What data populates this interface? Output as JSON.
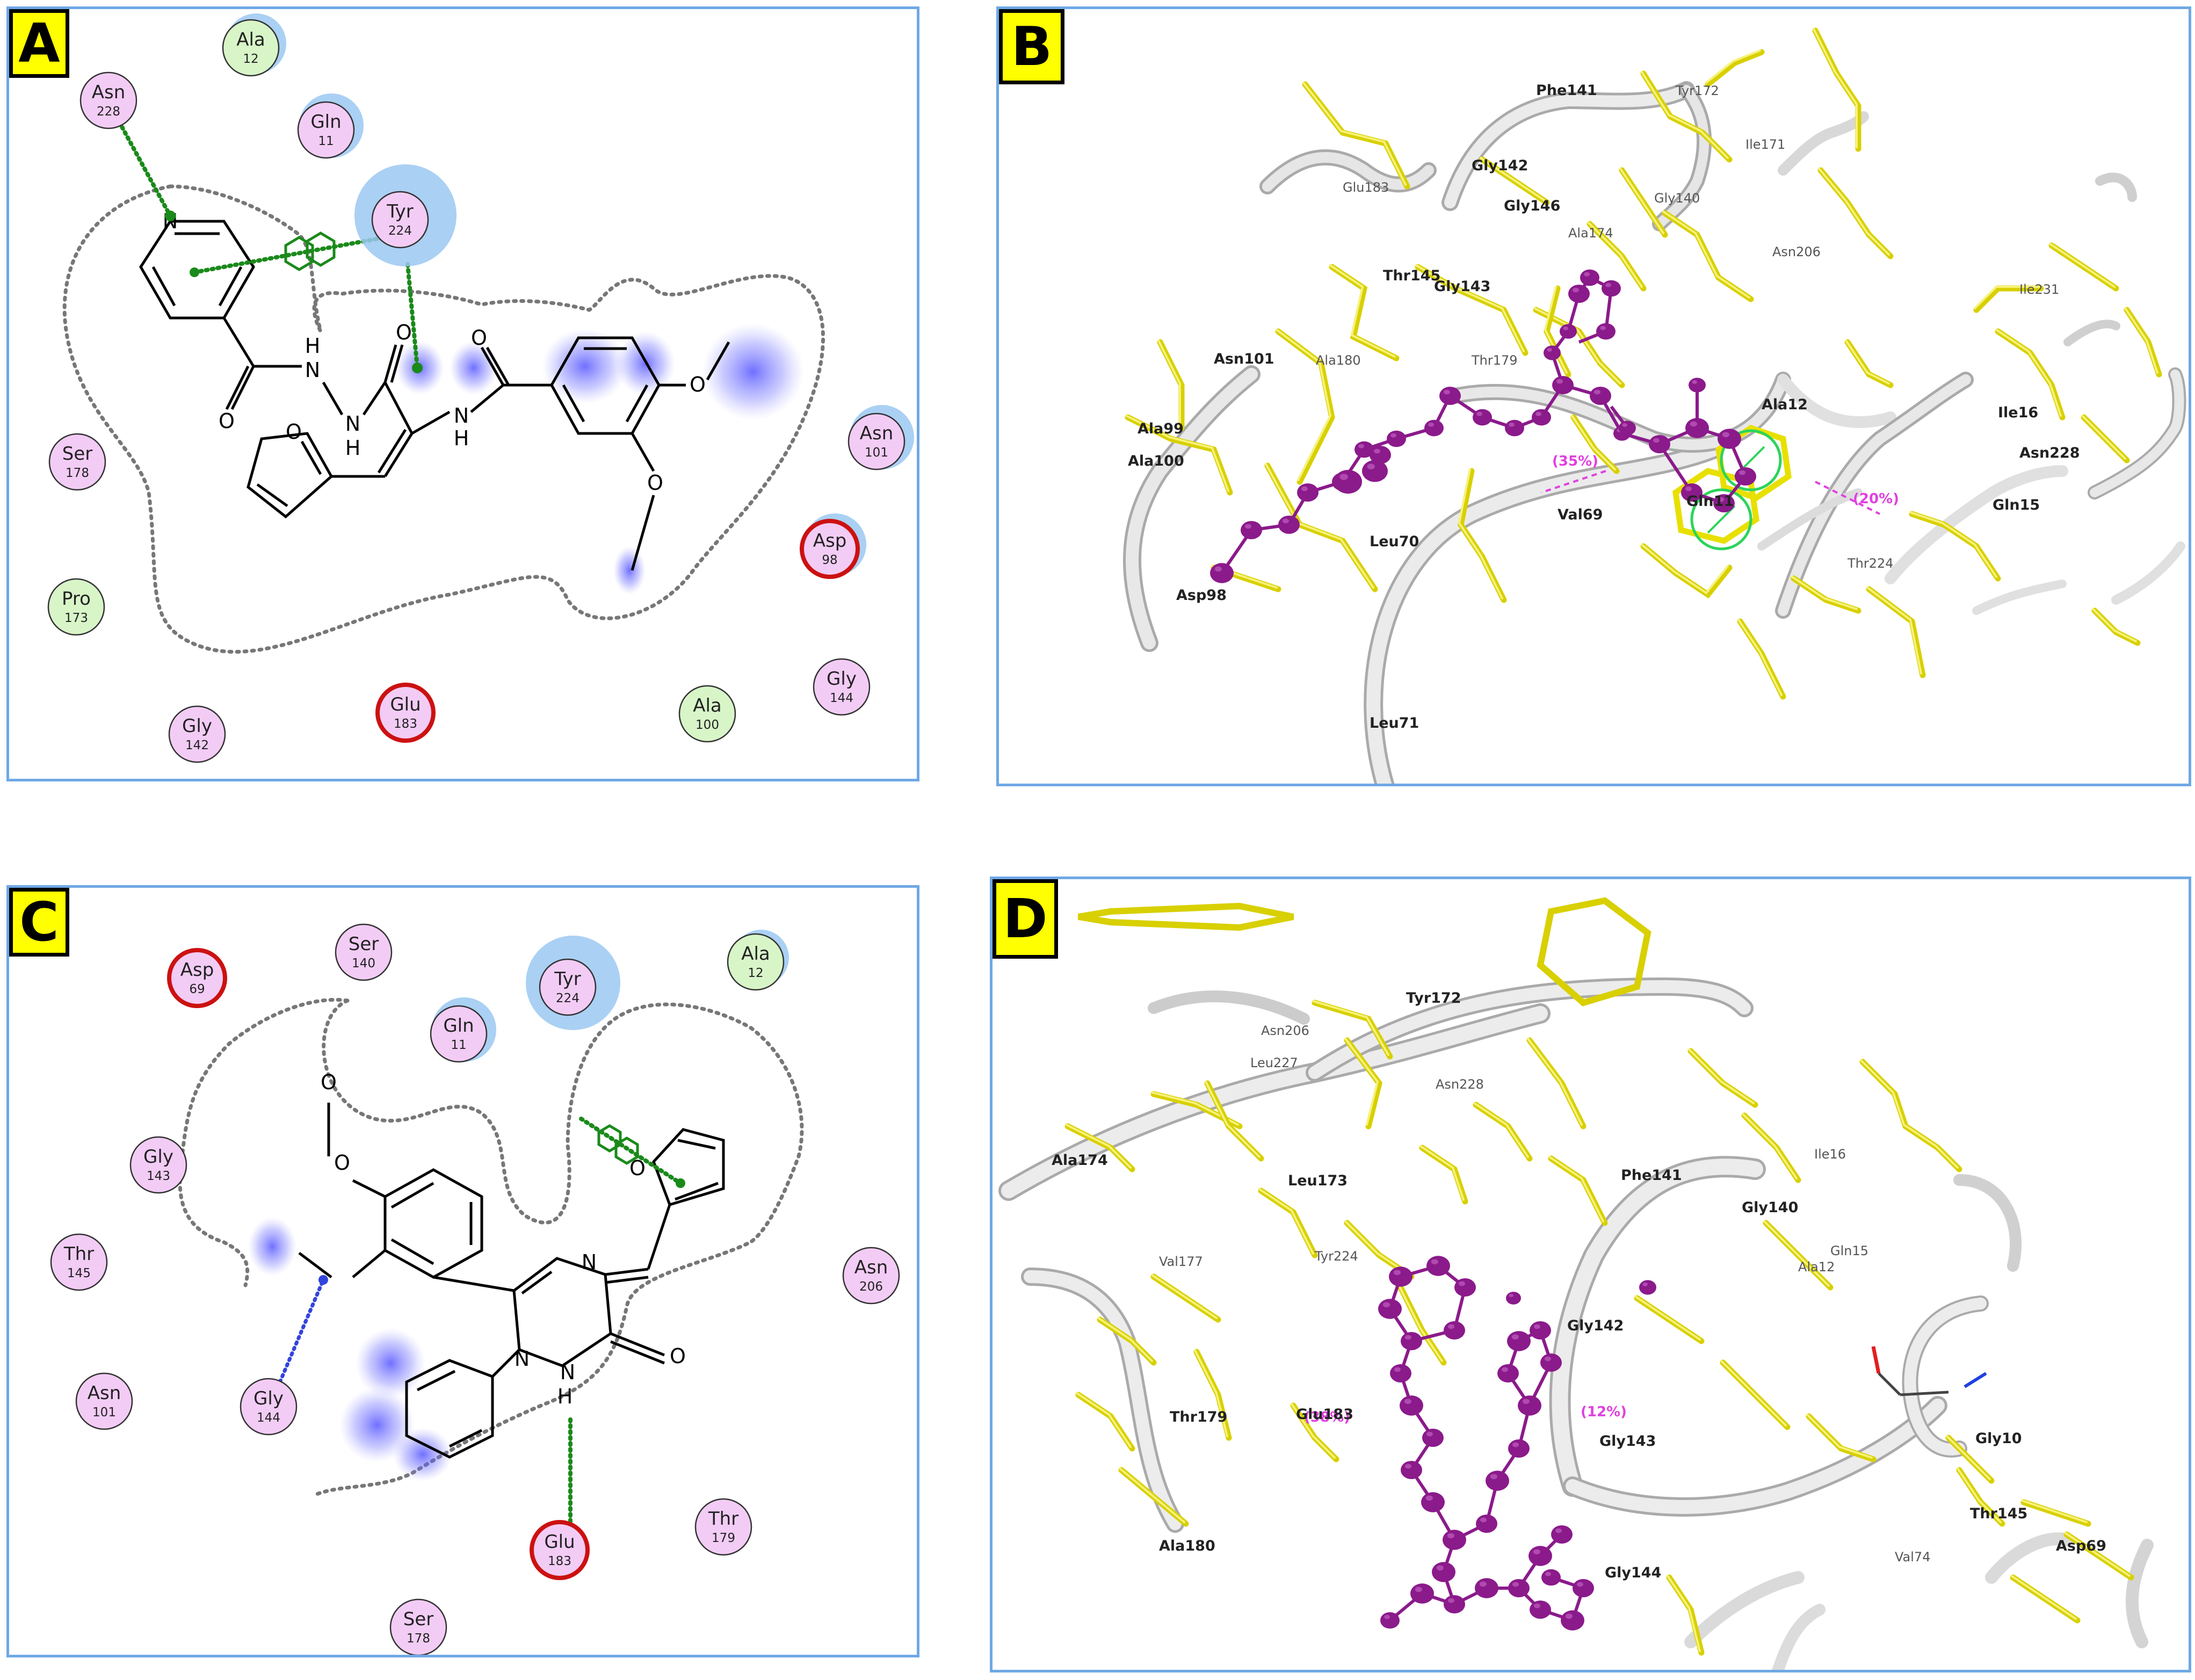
{
  "panels": {
    "A": {
      "label": "A",
      "residues": [
        {
          "name": "Asn",
          "num": "228",
          "type": "polar"
        },
        {
          "name": "Ala",
          "num": "12",
          "type": "hydrophobic"
        },
        {
          "name": "Gln",
          "num": "11",
          "type": "polar"
        },
        {
          "name": "Tyr",
          "num": "224",
          "type": "polar"
        },
        {
          "name": "Ser",
          "num": "178",
          "type": "polar"
        },
        {
          "name": "Pro",
          "num": "173",
          "type": "hydrophobic"
        },
        {
          "name": "Asn",
          "num": "101",
          "type": "polar"
        },
        {
          "name": "Asp",
          "num": "98",
          "type": "acidic"
        },
        {
          "name": "Gly",
          "num": "144",
          "type": "polar"
        },
        {
          "name": "Gly",
          "num": "142",
          "type": "polar"
        },
        {
          "name": "Glu",
          "num": "183",
          "type": "acidic"
        },
        {
          "name": "Ala",
          "num": "100",
          "type": "hydrophobic"
        }
      ],
      "atoms": [
        "N",
        "O",
        "N",
        "H",
        "N",
        "H",
        "O",
        "O",
        "N",
        "H",
        "O",
        "O",
        "O"
      ]
    },
    "B": {
      "label": "B",
      "residue_labels": [
        "Phe141",
        "Tyr172",
        "Ile171",
        "Glu183",
        "Gly142",
        "Gly146",
        "Gly140",
        "Ala174",
        "Asn206",
        "Thr145",
        "Gly143",
        "Ile231",
        "Asn101",
        "Ala180",
        "Thr179",
        "Ala99",
        "Ile16",
        "Asn228",
        "Ala12",
        "Gln11",
        "Leu70",
        "Val69",
        "Gln15",
        "Thr224",
        "Asp98",
        "Leu71",
        "Ala100"
      ],
      "percent_labels": [
        "(20%)",
        "(35%)"
      ]
    },
    "C": {
      "label": "C",
      "residues": [
        {
          "name": "Asp",
          "num": "69",
          "type": "acidic"
        },
        {
          "name": "Ser",
          "num": "140",
          "type": "polar"
        },
        {
          "name": "Gln",
          "num": "11",
          "type": "polar"
        },
        {
          "name": "Tyr",
          "num": "224",
          "type": "polar"
        },
        {
          "name": "Ala",
          "num": "12",
          "type": "hydrophobic"
        },
        {
          "name": "Gly",
          "num": "143",
          "type": "polar"
        },
        {
          "name": "Thr",
          "num": "145",
          "type": "polar"
        },
        {
          "name": "Asn",
          "num": "101",
          "type": "polar"
        },
        {
          "name": "Gly",
          "num": "144",
          "type": "polar"
        },
        {
          "name": "Asn",
          "num": "206",
          "type": "polar"
        },
        {
          "name": "Glu",
          "num": "183",
          "type": "acidic"
        },
        {
          "name": "Thr",
          "num": "179",
          "type": "polar"
        },
        {
          "name": "Ser",
          "num": "178",
          "type": "polar"
        }
      ],
      "atoms": [
        "O",
        "O",
        "N",
        "N",
        "N",
        "H",
        "O",
        "O"
      ]
    },
    "D": {
      "label": "D",
      "residue_labels": [
        "Tyr172",
        "Asn206",
        "Leu227",
        "Asn228",
        "Ala174",
        "Leu173",
        "Phe141",
        "Ile16",
        "Gly140",
        "Val177",
        "Tyr224",
        "Ala12",
        "Gln15",
        "Gly142",
        "Thr179",
        "Glu183",
        "Gly143",
        "Gly10",
        "Ala180",
        "Thr145",
        "Gly144",
        "Val74",
        "Asp69"
      ],
      "percent_labels": [
        "(38%)",
        "(12%)"
      ]
    }
  },
  "colors": {
    "border": "#6fa8e6",
    "label_bg": "#ffff00",
    "polar_fill": "#f2ccf5",
    "hydrophobic_fill": "#d8f5c8",
    "acidic_ring": "#cc1111",
    "hbond_green": "#1a8a1a",
    "hbond_blue": "#3344dd",
    "ligand_3d": "#8b1a8b",
    "protein_stick": "#e8e000",
    "ribbon": "#d8d8d8",
    "halo": "#9bc8f2"
  }
}
